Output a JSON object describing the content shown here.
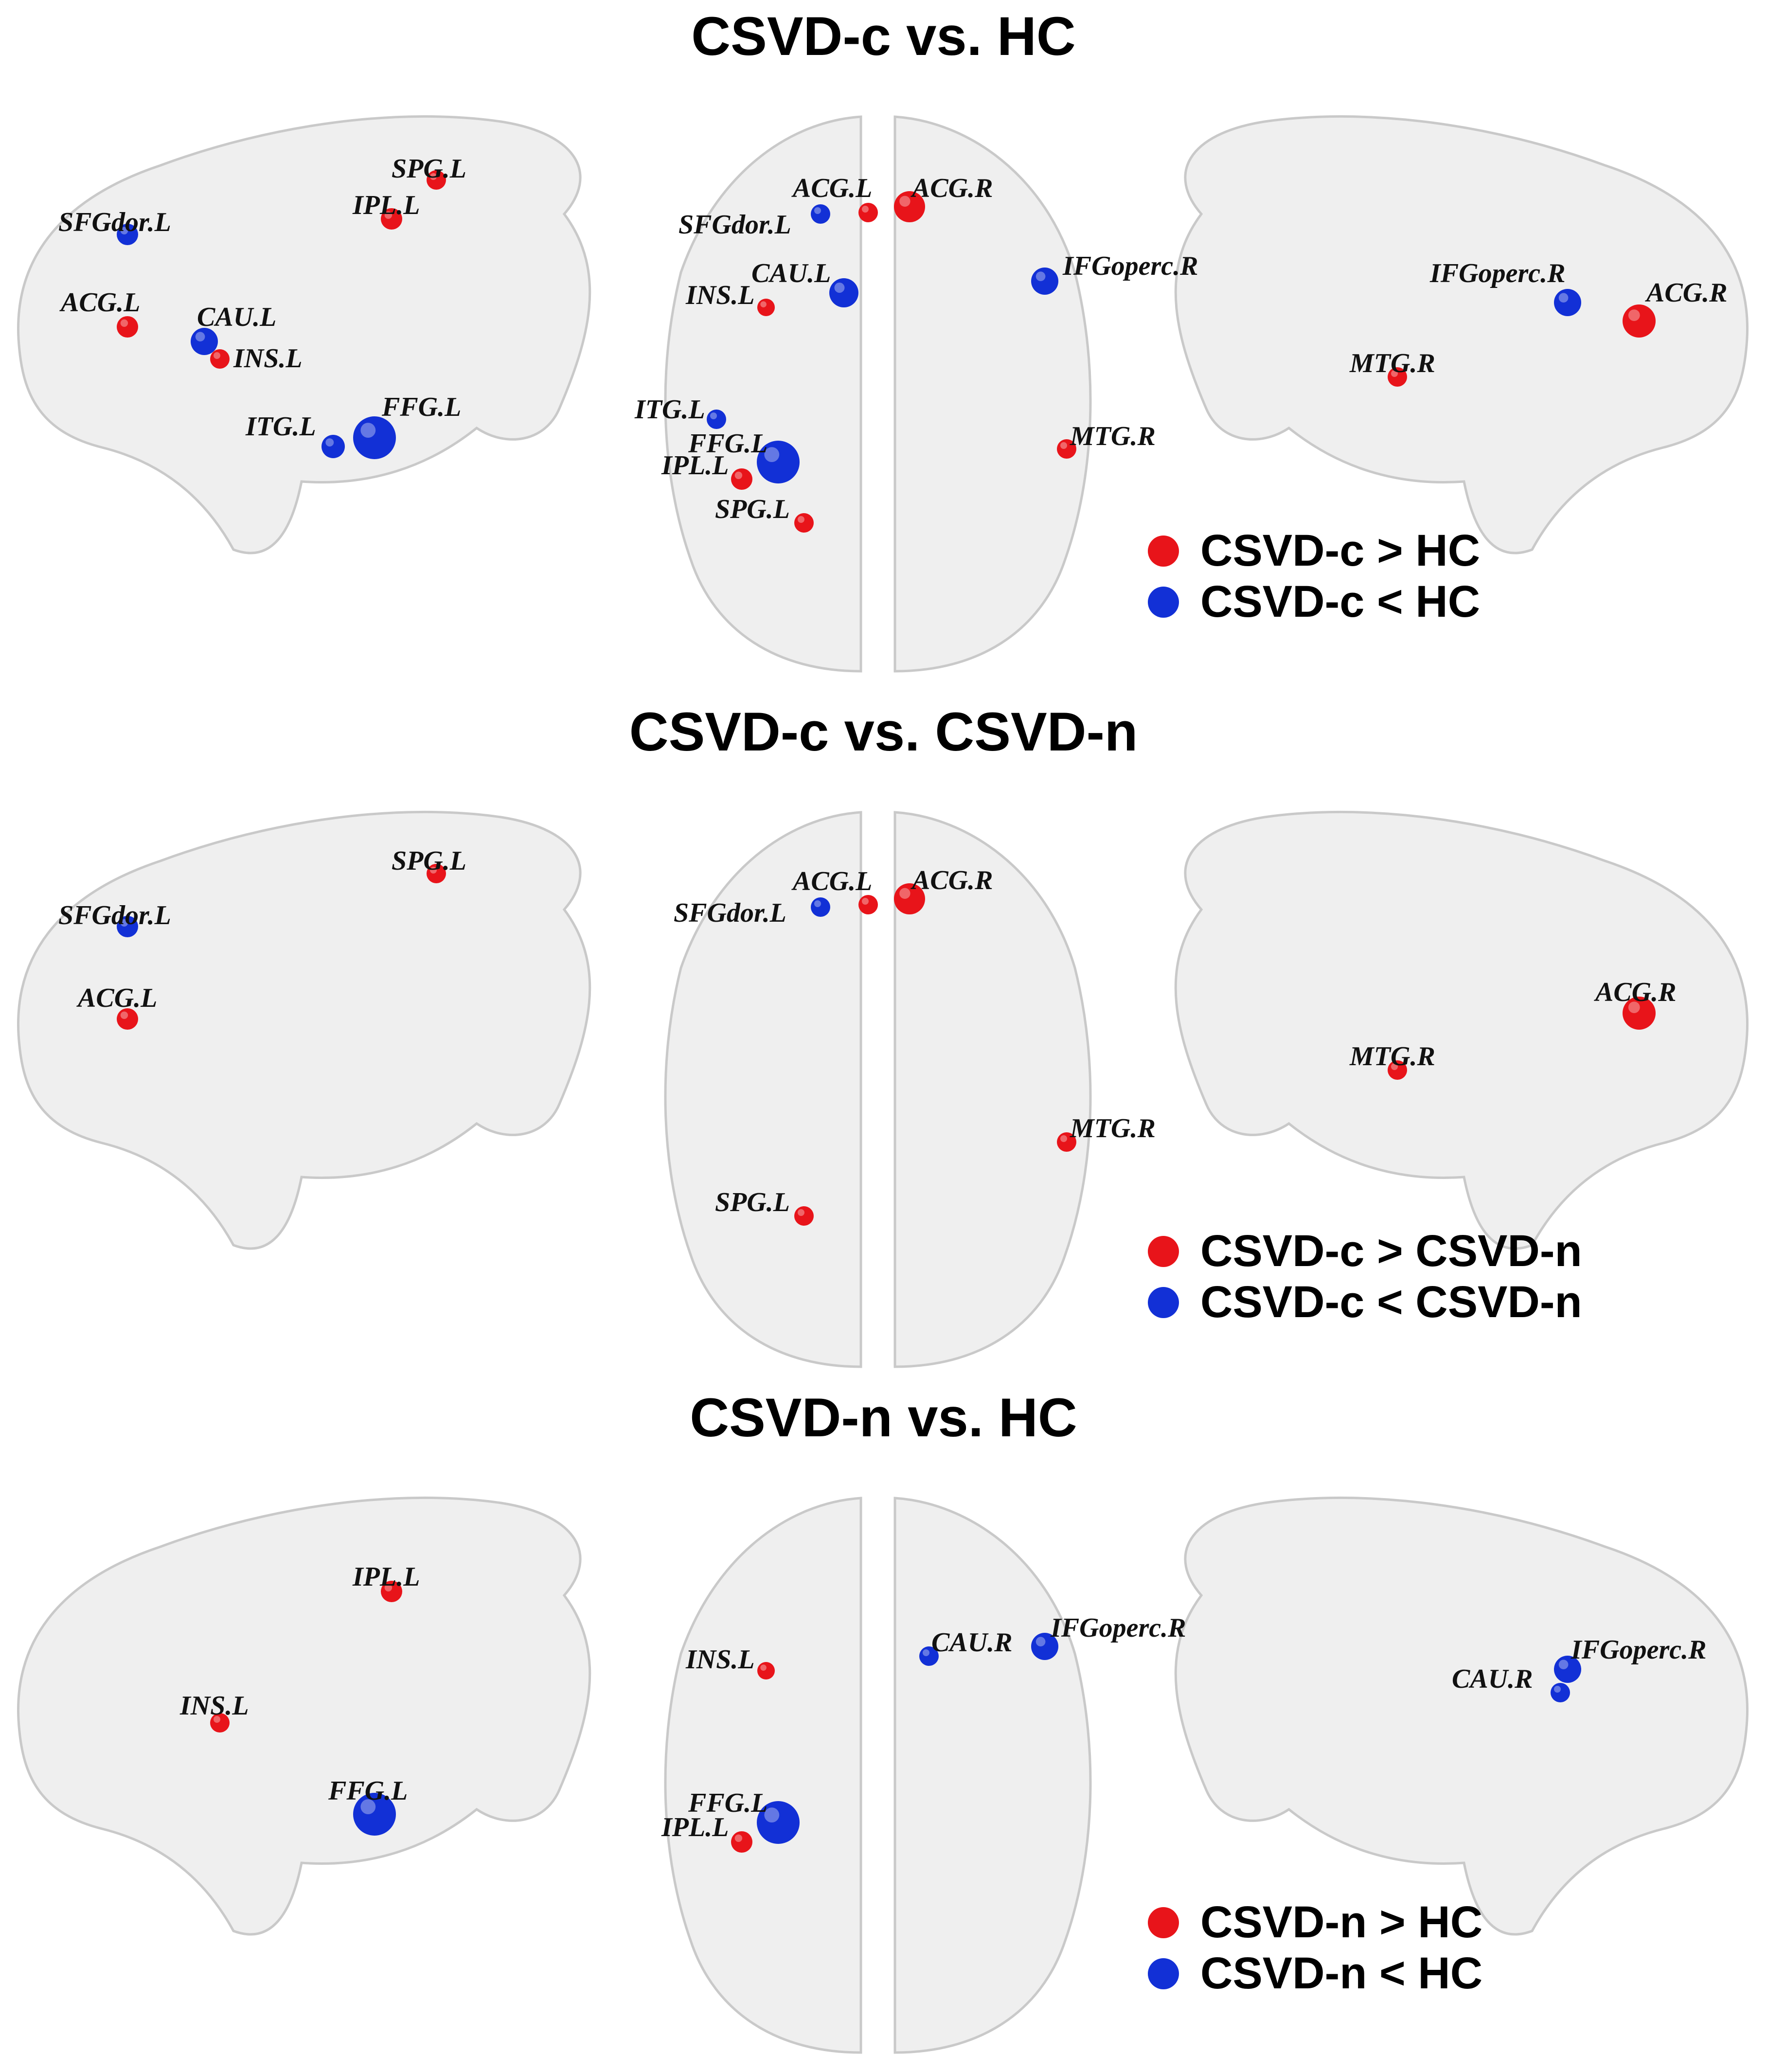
{
  "colors": {
    "increase": "#e8141a",
    "decrease": "#1230d6",
    "brain_fill": "#efefef",
    "brain_stroke": "#c9c9c9"
  },
  "panels": [
    {
      "title": "CSVD-c vs. HC",
      "legend": [
        {
          "label": "CSVD-c > HC",
          "kind": "increase"
        },
        {
          "label": "CSVD-c < HC",
          "kind": "decrease"
        }
      ],
      "views": {
        "left": [
          {
            "label": "SPG.L",
            "kind": "increase"
          },
          {
            "label": "IPL.L",
            "kind": "increase"
          },
          {
            "label": "SFGdor.L",
            "kind": "decrease"
          },
          {
            "label": "ACG.L",
            "kind": "increase"
          },
          {
            "label": "CAU.L",
            "kind": "decrease"
          },
          {
            "label": "INS.L",
            "kind": "increase"
          },
          {
            "label": "FFG.L",
            "kind": "decrease"
          },
          {
            "label": "ITG.L",
            "kind": "decrease"
          }
        ],
        "top": [
          {
            "label": "ACG.L",
            "kind": "increase"
          },
          {
            "label": "ACG.R",
            "kind": "increase"
          },
          {
            "label": "SFGdor.L",
            "kind": "decrease"
          },
          {
            "label": "IFGoperc.R",
            "kind": "decrease"
          },
          {
            "label": "CAU.L",
            "kind": "decrease"
          },
          {
            "label": "INS.L",
            "kind": "increase"
          },
          {
            "label": "ITG.L",
            "kind": "decrease"
          },
          {
            "label": "FFG.L",
            "kind": "decrease"
          },
          {
            "label": "IPL.L",
            "kind": "increase"
          },
          {
            "label": "SPG.L",
            "kind": "increase"
          },
          {
            "label": "MTG.R",
            "kind": "increase"
          }
        ],
        "right": [
          {
            "label": "IFGoperc.R",
            "kind": "decrease"
          },
          {
            "label": "ACG.R",
            "kind": "increase"
          },
          {
            "label": "MTG.R",
            "kind": "increase"
          }
        ]
      }
    },
    {
      "title": "CSVD-c vs. CSVD-n",
      "legend": [
        {
          "label": "CSVD-c > CSVD-n",
          "kind": "increase"
        },
        {
          "label": "CSVD-c < CSVD-n",
          "kind": "decrease"
        }
      ],
      "views": {
        "left": [
          {
            "label": "SPG.L",
            "kind": "increase"
          },
          {
            "label": "SFGdor.L",
            "kind": "decrease"
          },
          {
            "label": "ACG.L",
            "kind": "increase"
          }
        ],
        "top": [
          {
            "label": "ACG.L",
            "kind": "increase"
          },
          {
            "label": "ACG.R",
            "kind": "increase"
          },
          {
            "label": "SFGdor.L",
            "kind": "decrease"
          },
          {
            "label": "MTG.R",
            "kind": "increase"
          },
          {
            "label": "SPG.L",
            "kind": "increase"
          }
        ],
        "right": [
          {
            "label": "ACG.R",
            "kind": "increase"
          },
          {
            "label": "MTG.R",
            "kind": "increase"
          }
        ]
      }
    },
    {
      "title": "CSVD-n vs. HC",
      "legend": [
        {
          "label": "CSVD-n > HC",
          "kind": "increase"
        },
        {
          "label": "CSVD-n < HC",
          "kind": "decrease"
        }
      ],
      "views": {
        "left": [
          {
            "label": "IPL.L",
            "kind": "increase"
          },
          {
            "label": "INS.L",
            "kind": "increase"
          },
          {
            "label": "FFG.L",
            "kind": "decrease"
          }
        ],
        "top": [
          {
            "label": "INS.L",
            "kind": "increase"
          },
          {
            "label": "CAU.R",
            "kind": "decrease"
          },
          {
            "label": "IFGoperc.R",
            "kind": "decrease"
          },
          {
            "label": "FFG.L",
            "kind": "decrease"
          },
          {
            "label": "IPL.L",
            "kind": "increase"
          }
        ],
        "right": [
          {
            "label": "IFGoperc.R",
            "kind": "decrease"
          },
          {
            "label": "CAU.R",
            "kind": "decrease"
          }
        ]
      }
    }
  ]
}
